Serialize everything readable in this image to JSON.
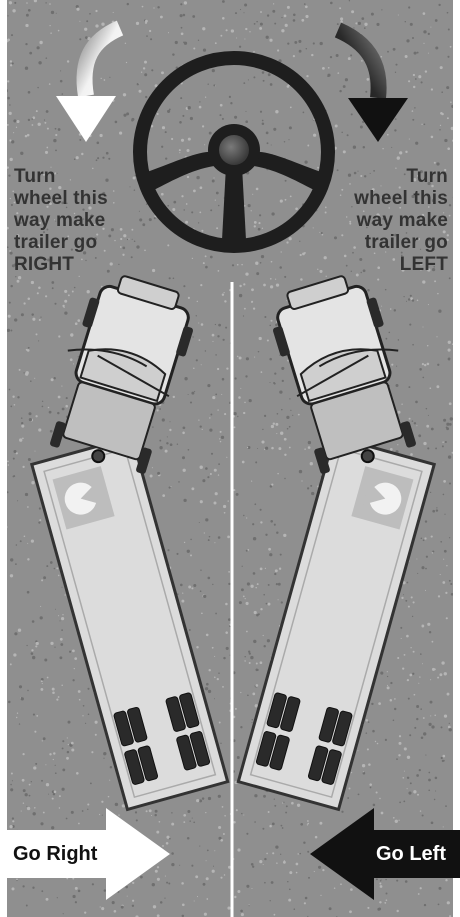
{
  "instructions": {
    "left": "Turn\nwheel this\nway make\ntrailer go\nRIGHT",
    "right": "Turn\nwheel this\nway make\ntrailer go\nLEFT"
  },
  "arrows": {
    "go_right": "Go Right",
    "go_left": "Go Left"
  },
  "colors": {
    "road": "#8f8f8f",
    "wheel": "#222222",
    "hub": "#5a5a5a",
    "trailer": "#dcdcdc",
    "trailer_stroke": "#333333",
    "tire": "#2a2a2a",
    "arrow_white": "#ffffff",
    "arrow_black": "#111111",
    "curved_arrow_light": "#f4f4f4",
    "curved_arrow_dark": "#1e1e1e",
    "center_line": "#ffffff"
  },
  "icons": {
    "steering_wheel": "steering-wheel-icon",
    "curved_left": "curved-arrow-left-icon",
    "curved_right": "curved-arrow-right-icon"
  }
}
